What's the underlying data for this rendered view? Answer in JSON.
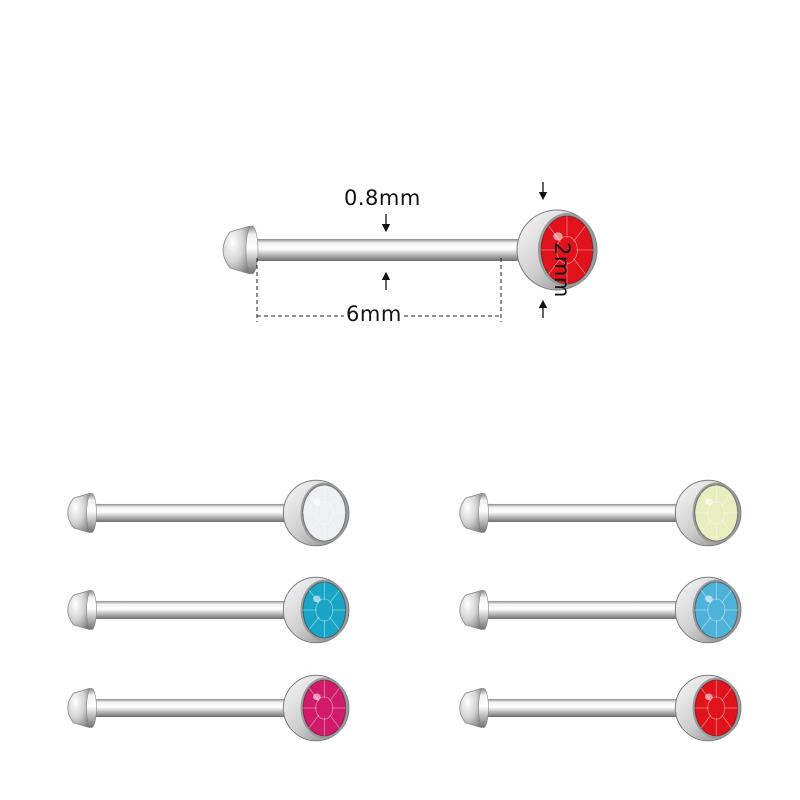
{
  "labels": {
    "shaft_diameter": "0.8mm",
    "length": "6mm",
    "head_diameter": "2mm"
  },
  "colors": {
    "background": "#ffffff",
    "steel_light": "#f4f4f4",
    "steel_mid": "#c9c9c9",
    "steel_dark": "#7e7e7e"
  },
  "featured_stud": {
    "gem": "red",
    "gem_color": "#e0121b"
  },
  "variants": [
    {
      "gem": "clear",
      "gem_color": "#eef0f4"
    },
    {
      "gem": "aurora-borealis",
      "gem_color": "#e8eec0"
    },
    {
      "gem": "aquamarine-blue",
      "gem_color": "#1aa5c6"
    },
    {
      "gem": "light-blue",
      "gem_color": "#4fb3d9"
    },
    {
      "gem": "rose-pink",
      "gem_color": "#d11b6a"
    },
    {
      "gem": "red",
      "gem_color": "#e0121b"
    }
  ]
}
